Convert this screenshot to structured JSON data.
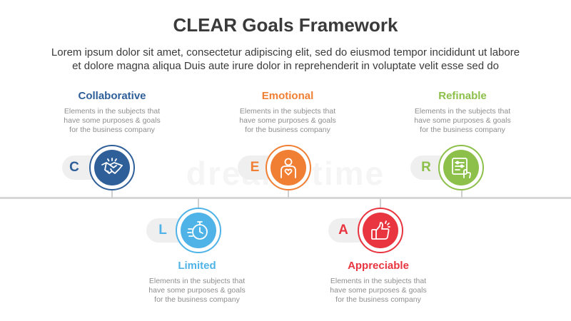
{
  "title": "CLEAR Goals Framework",
  "subtitle": {
    "line1": "Lorem ipsum dolor sit amet, consectetur adipiscing elit, sed do eiusmod tempor incididunt ut labore",
    "line2": "et dolore magna aliqua Duis aute irure dolor in reprehenderit in voluptate velit esse sed do"
  },
  "watermark": "dreamstime",
  "steps": [
    {
      "letter": "C",
      "heading": "Collaborative",
      "color": "#2f5f99",
      "icon": "handshake-icon",
      "desc": [
        "Elements in the subjects that",
        "have  some purposes & goals",
        "for the  business company"
      ]
    },
    {
      "letter": "L",
      "heading": "Limited",
      "color": "#4fb3e8",
      "icon": "stopwatch-icon",
      "desc": [
        "Elements in the subjects that",
        "have  some purposes & goals",
        "for the  business company"
      ]
    },
    {
      "letter": "E",
      "heading": "Emotional",
      "color": "#f07f34",
      "icon": "person-heart-icon",
      "desc": [
        "Elements in the subjects that",
        "have  some purposes & goals",
        "for the  business company"
      ]
    },
    {
      "letter": "A",
      "heading": "Appreciable",
      "color": "#e8353f",
      "icon": "thumbs-up-icon",
      "desc": [
        "Elements in the subjects that",
        "have  some purposes & goals",
        "for the  business company"
      ]
    },
    {
      "letter": "R",
      "heading": "Refinable",
      "color": "#8dc04a",
      "icon": "settings-board-icon",
      "desc": [
        "Elements in the subjects that",
        "have  some purposes & goals",
        "for the  business company"
      ]
    }
  ]
}
